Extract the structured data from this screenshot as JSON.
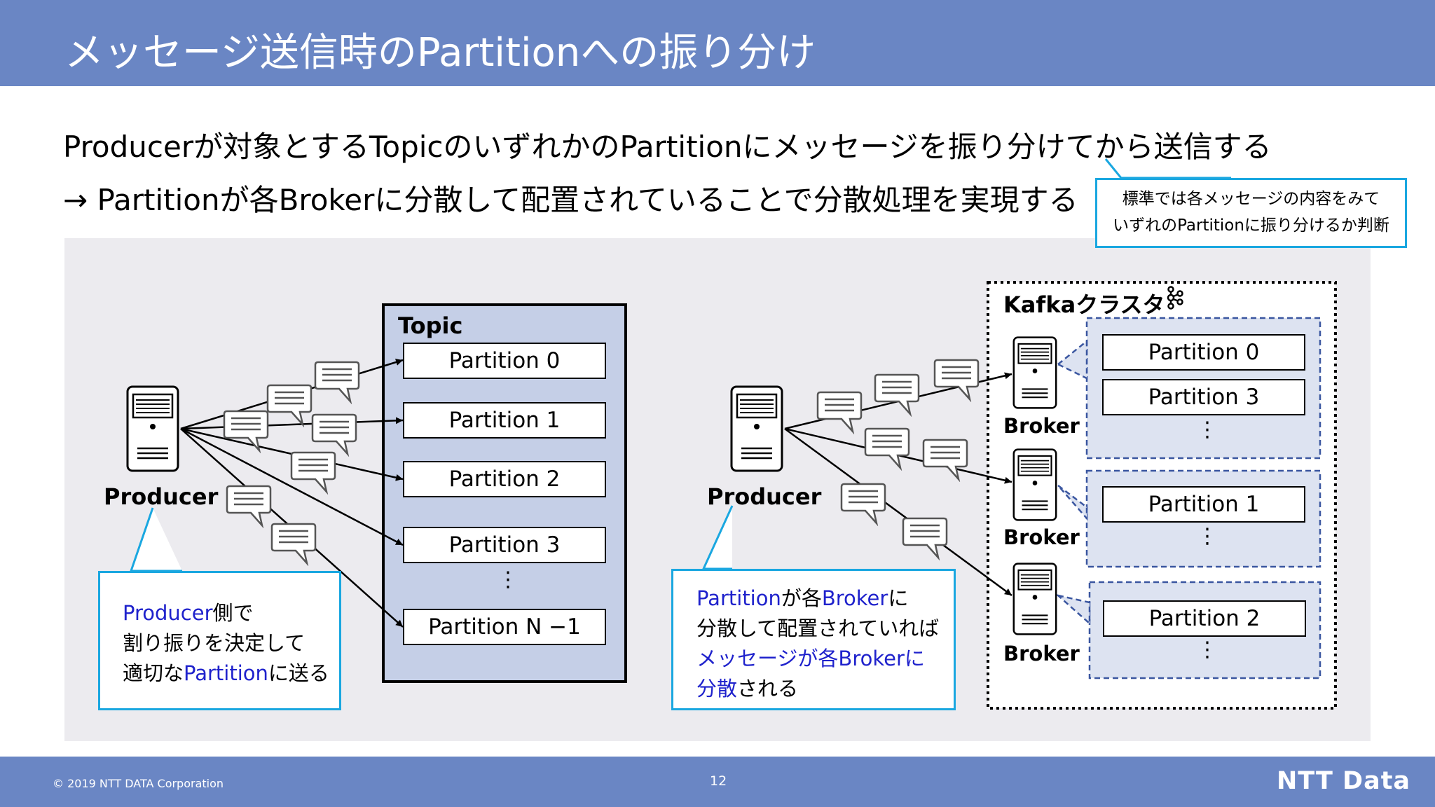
{
  "header": {
    "title": "メッセージ送信時のPartitionへの振り分け"
  },
  "body": {
    "line1": "Producerが対象とするTopicのいずれかのPartitionにメッセージを振り分けてから送信する",
    "line2": "→ Partitionが各Brokerに分散して配置されていることで分散処理を実現する"
  },
  "callout_top": {
    "line1": "標準では各メッセージの内容をみて",
    "line2": "いずれのPartitionに振り分けるか判断"
  },
  "left_diagram": {
    "producer_label": "Producer",
    "topic_label": "Topic",
    "partitions": [
      "Partition 0",
      "Partition 1",
      "Partition 2",
      "Partition 3",
      "Partition N −1"
    ],
    "ellipsis": "⋮",
    "callout": {
      "l1_a": "Producer",
      "l1_b": "側で",
      "l2": "割り振りを決定して",
      "l3_a": "適切な",
      "l3_b": "Partition",
      "l3_c": "に送る"
    }
  },
  "right_diagram": {
    "producer_label": "Producer",
    "cluster_label": "Kafkaクラスタ",
    "cluster_icon": "kafka-logo-icon",
    "broker_label": "Broker",
    "broker1_partitions": [
      "Partition 0",
      "Partition 3"
    ],
    "broker2_partitions": [
      "Partition 1"
    ],
    "broker3_partitions": [
      "Partition 2"
    ],
    "ellipsis": "⋮",
    "callout": {
      "l1_a": "Partition",
      "l1_b": "が各",
      "l1_c": "Broker",
      "l1_d": "に",
      "l2": "分散して配置されていれば",
      "l3_a": "メッセージが各",
      "l3_b": "Broker",
      "l3_c": "に",
      "l4_a": "分散",
      "l4_b": "される"
    }
  },
  "footer": {
    "copyright": "© 2019 NTT DATA Corporation",
    "page": "12",
    "logo": "NTT Data"
  },
  "colors": {
    "header": "#6a86c4",
    "callout_border": "#1aa7e0",
    "highlight": "#1f22cc",
    "topic_fill": "#c5cfe7"
  }
}
